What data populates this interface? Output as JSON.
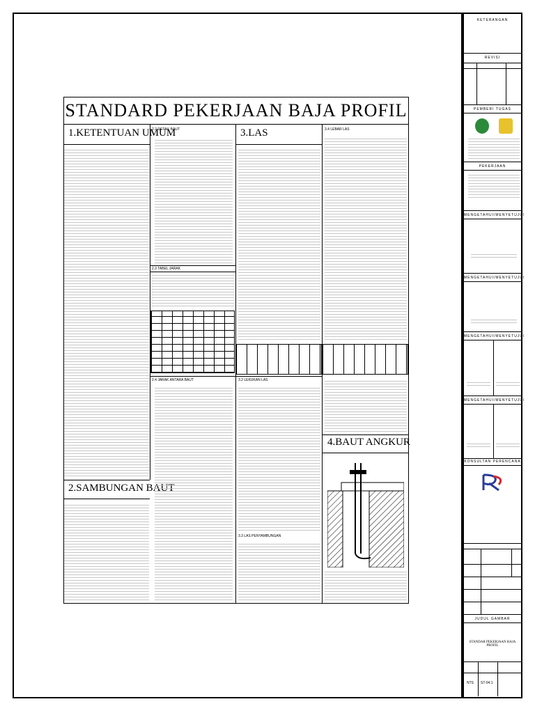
{
  "title_block": {
    "keterangan": "KETERANGAN",
    "revisi": "REVISI",
    "pemberi_tugas": "PEMBERI TUGAS",
    "pekerjaan": "PEKERJAAN",
    "mengetahui_1": "MENGETAHUI/MENYETUJUI",
    "mengetahui_2": "MENGETAHUI/MENYETUJUI",
    "mengetahui_3": "MENGETAHUI/MENYETUJUI",
    "mengetahui_4": "MENGETAHUI/MENYETUJUI",
    "konsultan": "KONSULTAN PERENCANA",
    "judul_gambar": "JUDUL GAMBAR",
    "judul_value": "STANDAR PEKERJAAN BAJA PROFIL",
    "nts": "NTS",
    "sheet_code": "ST-04.1"
  },
  "drawing": {
    "title": "STANDARD PEKERJAAN BAJA PROFIL",
    "sections": {
      "s1": "1.KETENTUAN UMUM",
      "s2": "2.SAMBUNGAN BAUT",
      "s3": "3.LAS",
      "s4": "4.BAUT ANGKUR"
    },
    "subsections": {
      "s22": "2.2 DETAIL BAUT",
      "s34": "3.4 LEBAR LAS",
      "s23": "2.3 TABEL JARAK",
      "s24": "2.4 JARAK ANTARA BAUT",
      "s32": "3.2 LEKUKAN LAS",
      "s33": "3.3 LAS PENYAMBUNGAN"
    }
  }
}
